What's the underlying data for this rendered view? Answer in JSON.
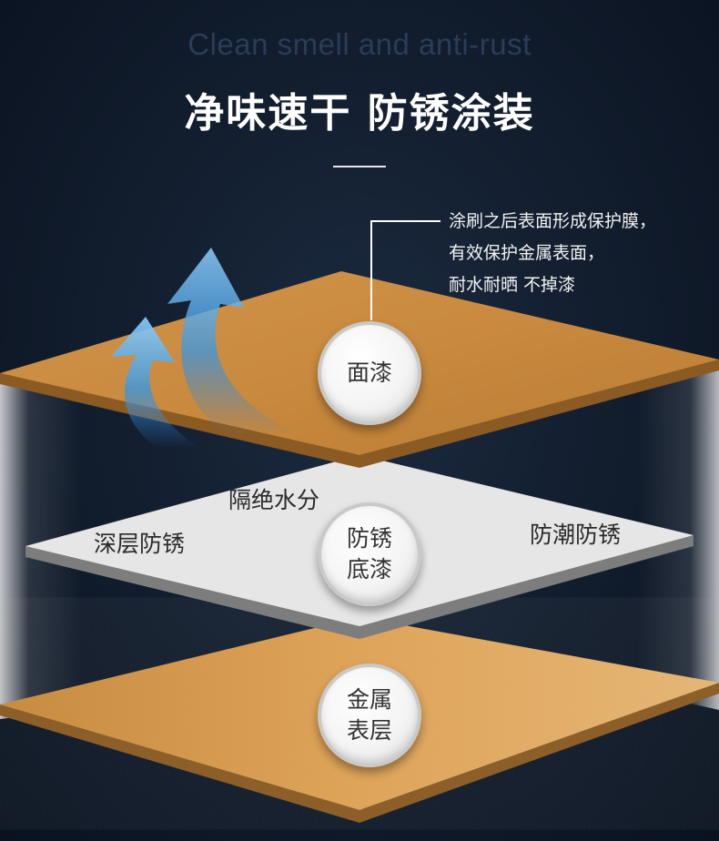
{
  "header": {
    "subtitle_en": "Clean smell and anti-rust",
    "title_cn": "净味速干 防锈涂装"
  },
  "callout": {
    "lines": [
      "涂刷之后表面形成保护膜，",
      "有效保护金属表面，",
      "耐水耐晒 不掉漆"
    ]
  },
  "layers": {
    "top_coat": {
      "badge": "面漆"
    },
    "primer": {
      "badge_lines": [
        "防锈",
        "底漆"
      ],
      "labels": {
        "top": "隔绝水分",
        "left": "深层防锈",
        "right": "防潮防锈"
      }
    },
    "metal": {
      "badge_lines": [
        "金属",
        "表层"
      ]
    }
  },
  "icons": {
    "arrows": "upward-steam-arrow-icon"
  },
  "colors": {
    "background": "#111c2c",
    "top_coat": "#c8883e",
    "primer": "#e8e8e8",
    "metal": "#d49a4a",
    "arrow": "#3a9be0"
  }
}
